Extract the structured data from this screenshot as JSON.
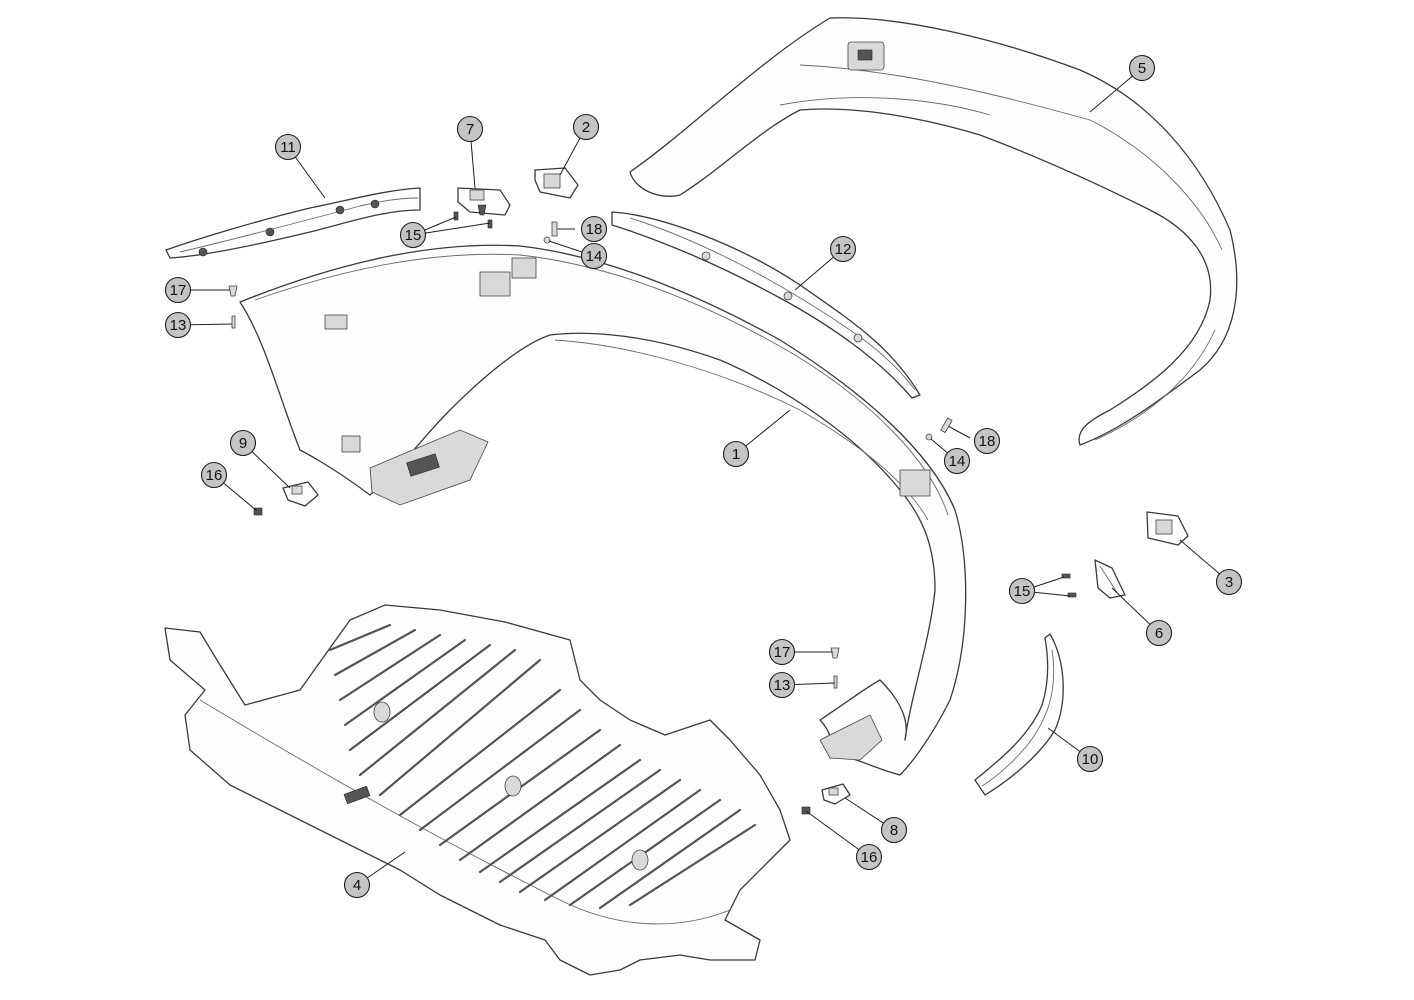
{
  "diagram": {
    "callouts": [
      {
        "number": "1"
      },
      {
        "number": "2"
      },
      {
        "number": "3"
      },
      {
        "number": "4"
      },
      {
        "number": "5"
      },
      {
        "number": "6"
      },
      {
        "number": "7"
      },
      {
        "number": "8"
      },
      {
        "number": "9"
      },
      {
        "number": "10"
      },
      {
        "number": "11"
      },
      {
        "number": "12"
      },
      {
        "number": "13"
      },
      {
        "number": "13"
      },
      {
        "number": "14"
      },
      {
        "number": "14"
      },
      {
        "number": "15"
      },
      {
        "number": "15"
      },
      {
        "number": "16"
      },
      {
        "number": "16"
      },
      {
        "number": "17"
      },
      {
        "number": "17"
      },
      {
        "number": "18"
      },
      {
        "number": "18"
      }
    ]
  }
}
